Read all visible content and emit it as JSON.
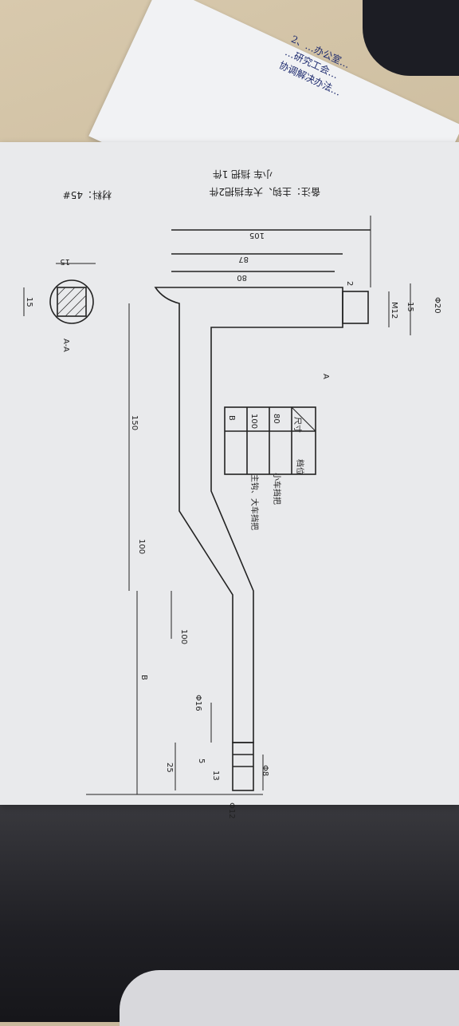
{
  "top_paper": {
    "line1": "2、…办公室…",
    "line2": "…研究工会…",
    "line3": "协调解决办法…"
  },
  "dims": {
    "d105": "105",
    "d87": "87",
    "d80": "80",
    "d2": "2",
    "d15_top": "15",
    "m12": "M12",
    "phi20": "Φ20",
    "section_15a": "15",
    "section_15b": "15",
    "section_label": "A-A",
    "arrow_a": "A",
    "d150": "150",
    "d100a": "100",
    "d100b": "100",
    "phi16": "Φ16",
    "b_label": "B",
    "phi8": "Φ8",
    "d25": "25",
    "d5": "5",
    "d13": "13",
    "phi12": "Φ12"
  },
  "table": {
    "header_col1": "档位",
    "header_col2": "尺寸",
    "row1_col1": "小车挡把",
    "row1_col2": "80",
    "row2_col1": "主钩、大车挡把",
    "row2_col2": "100",
    "row3_col2": "B"
  },
  "notes": {
    "line1": "备注：主钩、大车挡把2件",
    "line2": "小车 挡把 1件",
    "material": "材料：45#"
  }
}
